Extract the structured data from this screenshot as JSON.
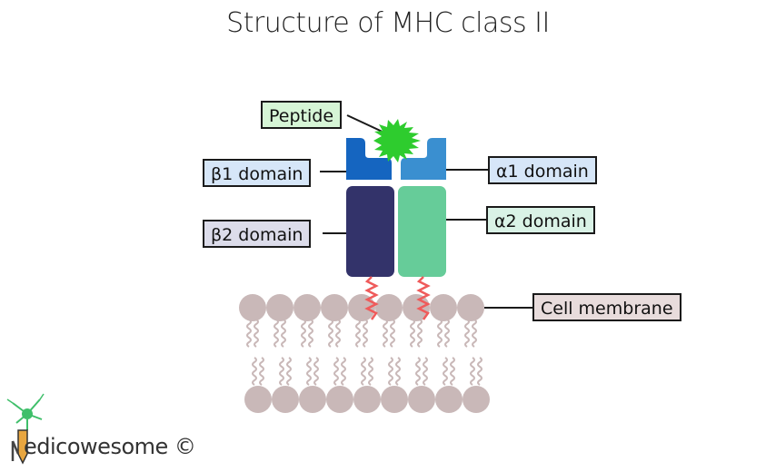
{
  "title": "Structure of MHC class II",
  "labels": {
    "peptide": "Peptide",
    "beta1": "β1 domain",
    "alpha1": "α1 domain",
    "beta2": "β2 domain",
    "alpha2": "α2 domain",
    "membrane": "Cell membrane"
  },
  "logo": {
    "text": "edicowesome ©"
  },
  "colors": {
    "peptide": "#2ecc2e",
    "beta1": "#1565c0",
    "alpha1": "#3a8fd0",
    "beta2": "#33336a",
    "alpha2": "#66cc99",
    "anchor": "#ef5b5b",
    "lipid_head": "#c9b8b8",
    "lipid_tail": "#c9b8b8",
    "peptide_label_bg": "#d6f5d6",
    "domain1_label_bg": "#d6e6f8",
    "beta2_label_bg": "#dcdcea",
    "alpha2_label_bg": "#d9f2e6",
    "membrane_label_bg": "#e8dcdc"
  }
}
